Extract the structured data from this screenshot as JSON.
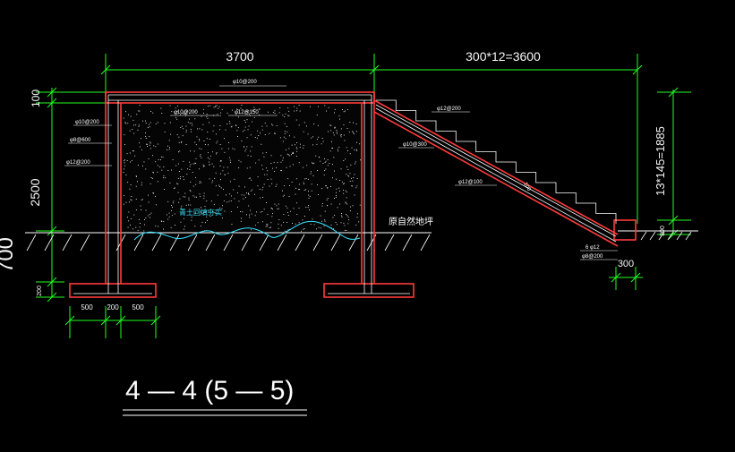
{
  "dimensions": {
    "top_left": "3700",
    "top_right": "300*12=3600",
    "left_top": "100",
    "left_middle": "2500",
    "left_bottom": "700",
    "left_footing": "200",
    "bottom_left": "500",
    "bottom_mid": "200",
    "bottom_right": "500",
    "right_vertical": "13*145=1885",
    "right_small": "300",
    "stair_bottom": "300"
  },
  "rebar_notes": {
    "roof_top": "φ10@200",
    "roof_under": "φ10@200",
    "roof_under_right": "φ12@150",
    "wall_1": "φ10@200",
    "wall_2": "φ8@600",
    "wall_3": "φ12@200",
    "stair_1": "φ12@200",
    "stair_2": "φ10@300",
    "stair_3": "φ12@100",
    "stair_thickness": "100",
    "landing_1": "6 φ12",
    "landing_2": "φ8@200"
  },
  "labels": {
    "fill_label": "青土回填夯实",
    "ground_label": "原自然地坪"
  },
  "title": "4 — 4 (5 — 5)",
  "colors": {
    "background": "#000000",
    "dimension": "#22ff22",
    "concrete": "#ff3b3b",
    "rebar": "#ffffff",
    "water": "#35e3ff",
    "text": "#ffffff"
  }
}
